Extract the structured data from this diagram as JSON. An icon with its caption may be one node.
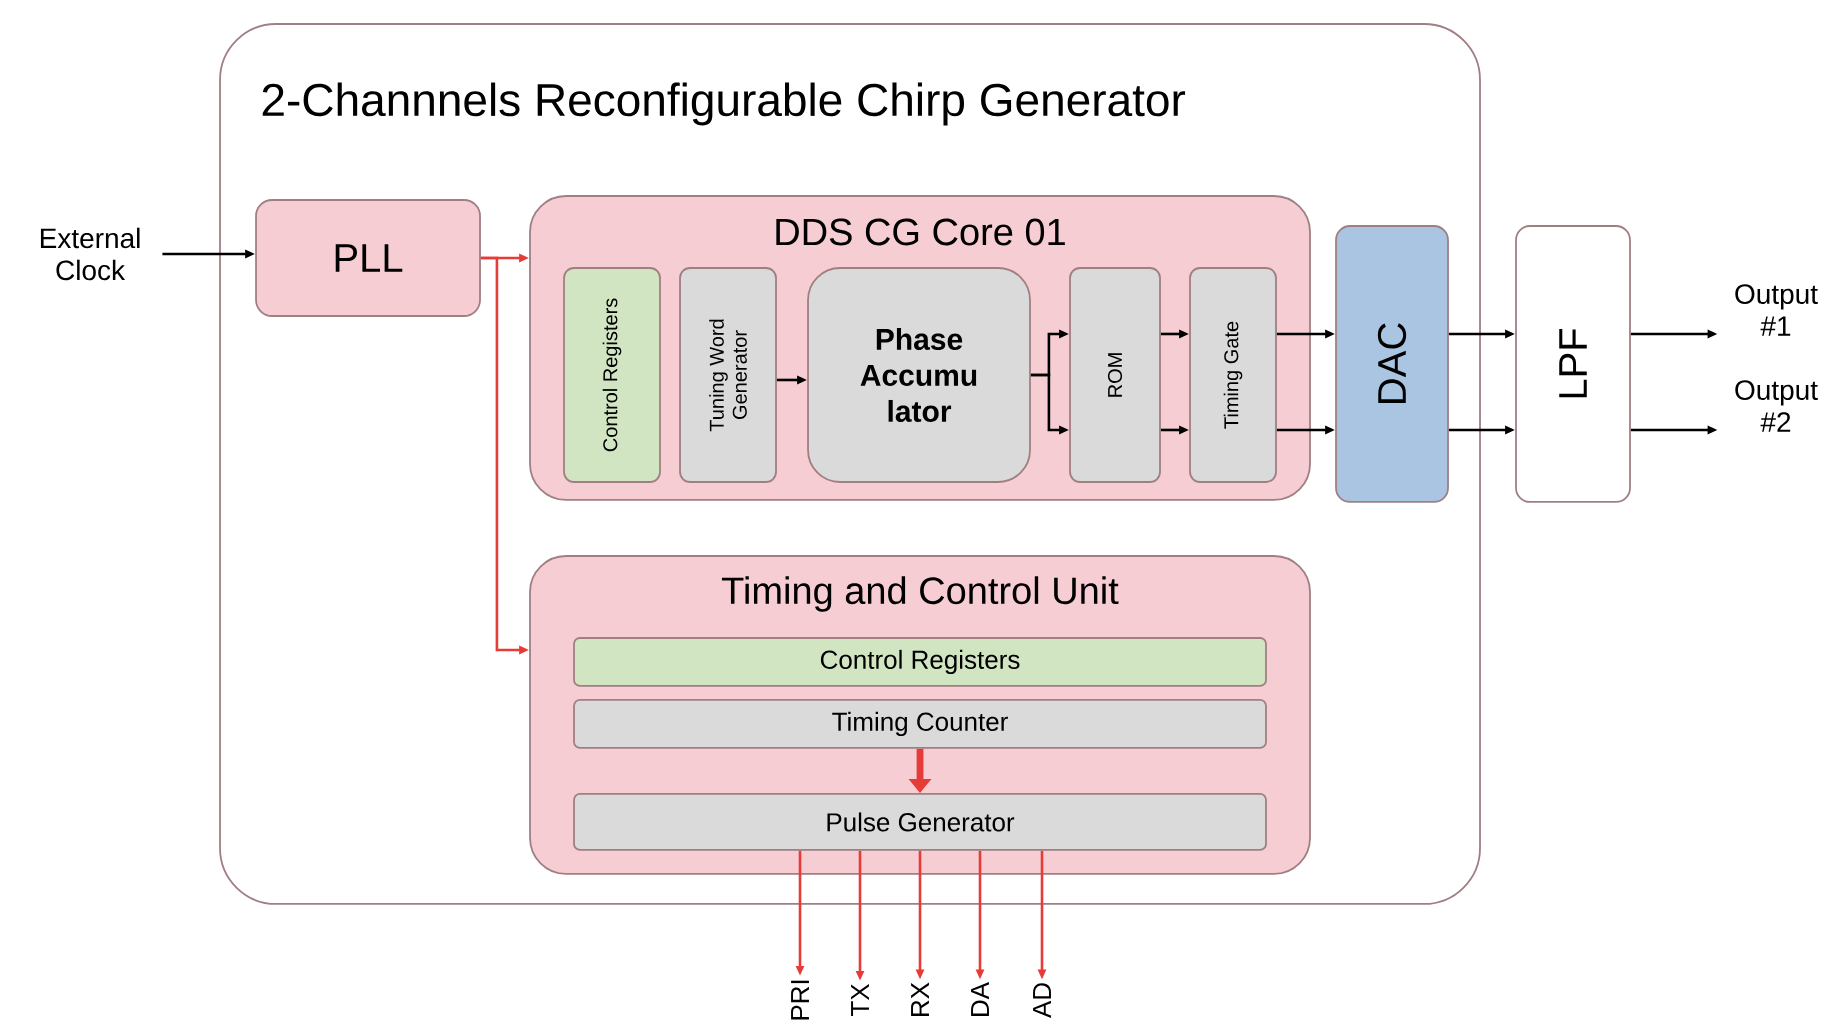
{
  "diagram": {
    "nodes": [
      {
        "text": [
          "2-Channnels Reconfigurable Chirp Generator"
        ]
      },
      {
        "text": [
          "External Clock"
        ]
      },
      {
        "text": [
          "PLL"
        ],
        "in": 0
      },
      {
        "text": [
          "DDS CG Core 01"
        ],
        "in": 0
      },
      {
        "text": [
          "Control Registers"
        ],
        "in": 3
      },
      {
        "text": [
          "Tuning Word Generator"
        ],
        "in": 3
      },
      {
        "text": [
          "Phase Accumu lator"
        ],
        "in": 3
      },
      {
        "text": [
          "ROM"
        ],
        "in": 3
      },
      {
        "text": [
          "Timing Gate"
        ],
        "in": 3
      },
      {
        "text": [
          "DAC"
        ],
        "in": 0
      },
      {
        "text": [
          "LPF"
        ]
      },
      {
        "text": [
          "Output #1"
        ]
      },
      {
        "text": [
          "Output #2"
        ]
      },
      {
        "text": [
          "Timing and Control Unit"
        ],
        "in": 0
      },
      {
        "text": [
          "Control Registers"
        ],
        "in": 13
      },
      {
        "text": [
          "Timing Counter"
        ],
        "in": 13
      },
      {
        "text": [
          "Pulse Generator"
        ],
        "in": 13
      },
      {
        "text": [
          "PRI"
        ]
      },
      {
        "text": [
          "TX"
        ]
      },
      {
        "text": [
          "RX"
        ]
      },
      {
        "text": [
          "DA"
        ]
      },
      {
        "text": [
          "AD"
        ]
      }
    ],
    "edges": [
      {
        "from": 1,
        "to": 2,
        "arrow": "to"
      },
      {
        "from": 2,
        "to": 3,
        "arrow": "to",
        "color": "#e63b36"
      },
      {
        "from": 2,
        "to": 13,
        "arrow": "to",
        "color": "#e63b36"
      },
      {
        "from": 5,
        "to": 6,
        "arrow": "to"
      },
      {
        "from": 6,
        "to": 7,
        "arrow": "to"
      },
      {
        "from": 6,
        "to": 7,
        "arrow": "to"
      },
      {
        "from": 7,
        "to": 8,
        "arrow": "to"
      },
      {
        "from": 7,
        "to": 8,
        "arrow": "to"
      },
      {
        "from": 8,
        "to": 9,
        "arrow": "to"
      },
      {
        "from": 8,
        "to": 9,
        "arrow": "to"
      },
      {
        "from": 9,
        "to": 10,
        "arrow": "to"
      },
      {
        "from": 9,
        "to": 10,
        "arrow": "to"
      },
      {
        "from": 10,
        "to": 11,
        "arrow": "to"
      },
      {
        "from": 10,
        "to": 12,
        "arrow": "to"
      },
      {
        "from": 15,
        "to": 16,
        "arrow": "to",
        "style": "thick",
        "color": "#e63b36"
      },
      {
        "from": 16,
        "to": 17,
        "arrow": "to",
        "color": "#e63b36"
      },
      {
        "from": 16,
        "to": 18,
        "arrow": "to",
        "color": "#e63b36"
      },
      {
        "from": 16,
        "to": 19,
        "arrow": "to",
        "color": "#e63b36"
      },
      {
        "from": 16,
        "to": 20,
        "arrow": "to",
        "color": "#e63b36"
      },
      {
        "from": 16,
        "to": 21,
        "arrow": "to",
        "color": "#e63b36"
      }
    ]
  }
}
